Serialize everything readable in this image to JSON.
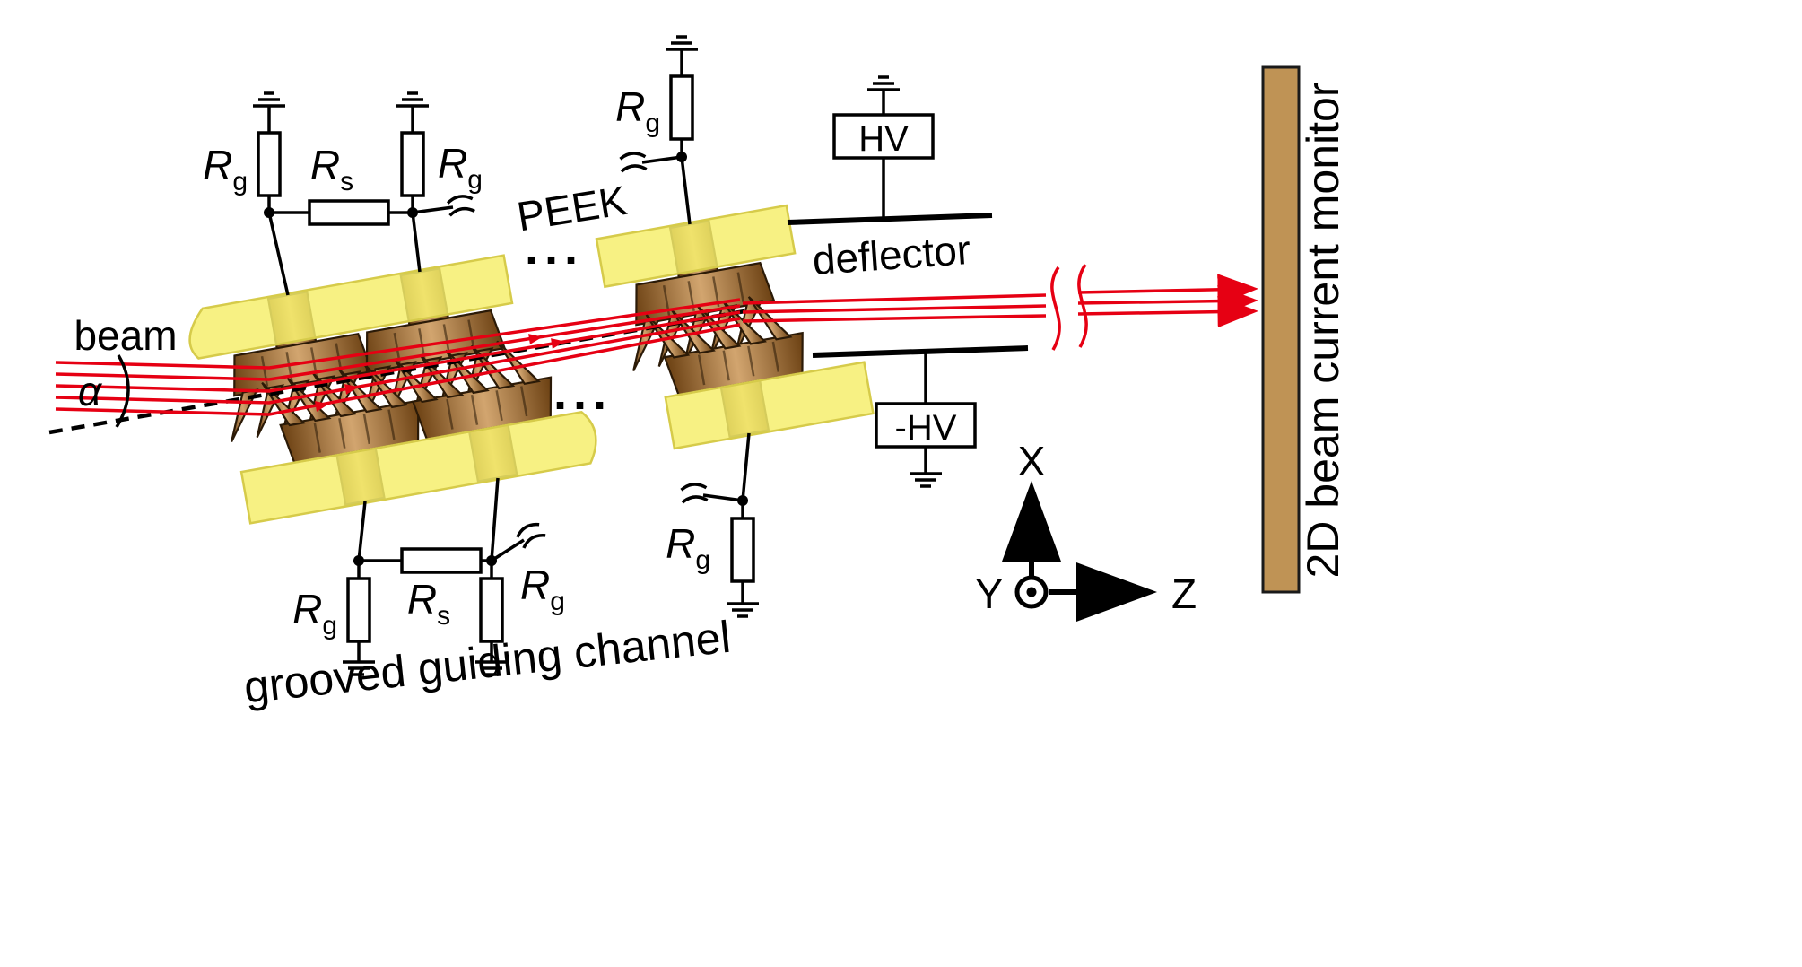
{
  "labels": {
    "beam": "beam",
    "alpha": "α",
    "peek": "PEEK",
    "ellipsis_top": "···",
    "ellipsis_bottom": "···",
    "deflector": "deflector",
    "hv_positive": "HV",
    "hv_negative": "-HV",
    "monitor": "2D beam current monitor",
    "channel": "grooved guiding channel",
    "axis_x": "X",
    "axis_y": "Y",
    "axis_z": "Z"
  },
  "resistors": {
    "symbol": "R",
    "ground_subscript": "g",
    "series_subscript": "s"
  },
  "colors": {
    "beam": "#e60013",
    "peek": "#f5ee6b",
    "peek_edge": "#d6cb4a",
    "electrode_outline": "#2b1a07",
    "monitor": "#bf9355",
    "ink": "#000000"
  }
}
